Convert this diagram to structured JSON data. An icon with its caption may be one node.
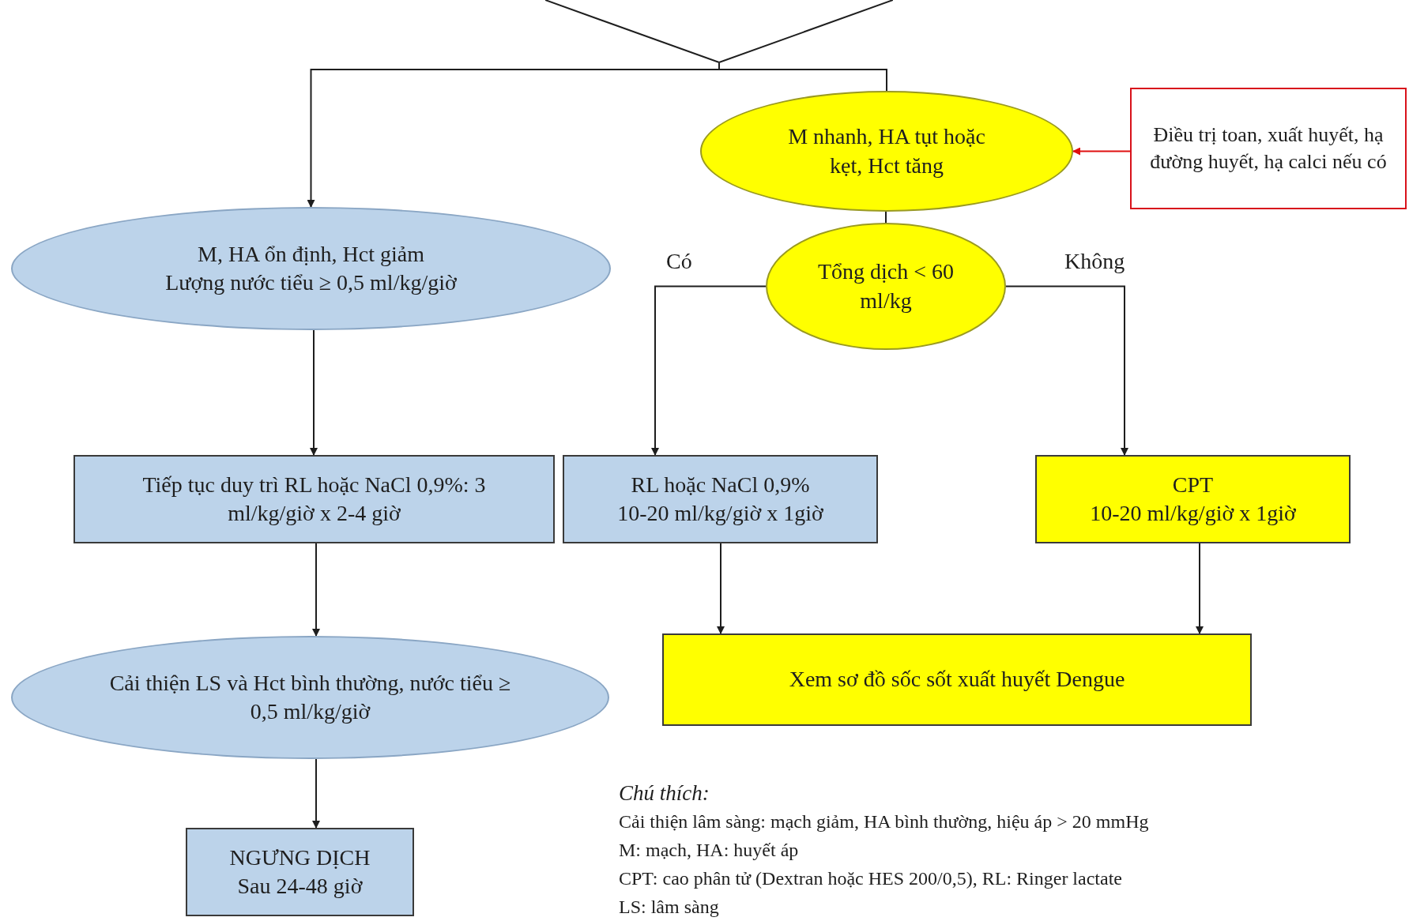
{
  "diagram": {
    "nodes": [
      {
        "text": [],
        "shape": "diamond"
      },
      {
        "text": [
          "M nhanh, HA tụt hoặc kẹt, Hct tăng"
        ]
      },
      {
        "text": [
          "Điều trị toan, xuất huyết, hạ đường huyết, hạ calci nếu có"
        ]
      },
      {
        "text": [
          "M, HA ổn định, Hct giảm",
          "Lượng nước tiểu ≥ 0,5 ml/kg/giờ"
        ]
      },
      {
        "text": [
          "Tổng dịch < 60 ml/kg"
        ]
      },
      {
        "text": [
          "Tiếp tục duy trì RL hoặc NaCl 0,9%: 3 ml/kg/giờ x 2-4 giờ"
        ]
      },
      {
        "text": [
          "RL hoặc NaCl 0,9%",
          "10-20 ml/kg/giờ x 1giờ"
        ]
      },
      {
        "text": [
          "CPT",
          "10-20 ml/kg/giờ x 1giờ"
        ]
      },
      {
        "text": [
          "Cải thiện LS và Hct bình thường, nước tiểu ≥ 0,5 ml/kg/giờ"
        ]
      },
      {
        "text": [
          "Xem sơ đồ sốc sốt xuất huyết Dengue"
        ]
      },
      {
        "text": [
          "NGƯNG DỊCH",
          "Sau 24-48 giờ"
        ]
      }
    ],
    "edges": [
      {
        "from": 0,
        "to": 3,
        "arrow": "to"
      },
      {
        "from": 0,
        "to": 1,
        "arrow": "none"
      },
      {
        "from": 2,
        "to": 1,
        "arrow": "to",
        "color": "#e01010"
      },
      {
        "from": 1,
        "to": 4,
        "arrow": "none"
      },
      {
        "from": 4,
        "to": 6,
        "arrow": "to",
        "label": "Có"
      },
      {
        "from": 4,
        "to": 7,
        "arrow": "to",
        "label": "Không"
      },
      {
        "from": 3,
        "to": 5,
        "arrow": "to"
      },
      {
        "from": 5,
        "to": 8,
        "arrow": "to"
      },
      {
        "from": 8,
        "to": 10,
        "arrow": "to"
      },
      {
        "from": 6,
        "to": 9,
        "arrow": "to"
      },
      {
        "from": 7,
        "to": 9,
        "arrow": "to"
      }
    ],
    "labels": [
      "Chú thích:",
      "Cải thiện lâm sàng: mạch giảm, HA bình thường, hiệu áp > 20 mmHg",
      "M: mạch, HA: huyết áp",
      "CPT: cao phân tử (Dextran hoặc HES 200/0,5), RL: Ringer lactate",
      "LS: lâm sàng"
    ]
  }
}
